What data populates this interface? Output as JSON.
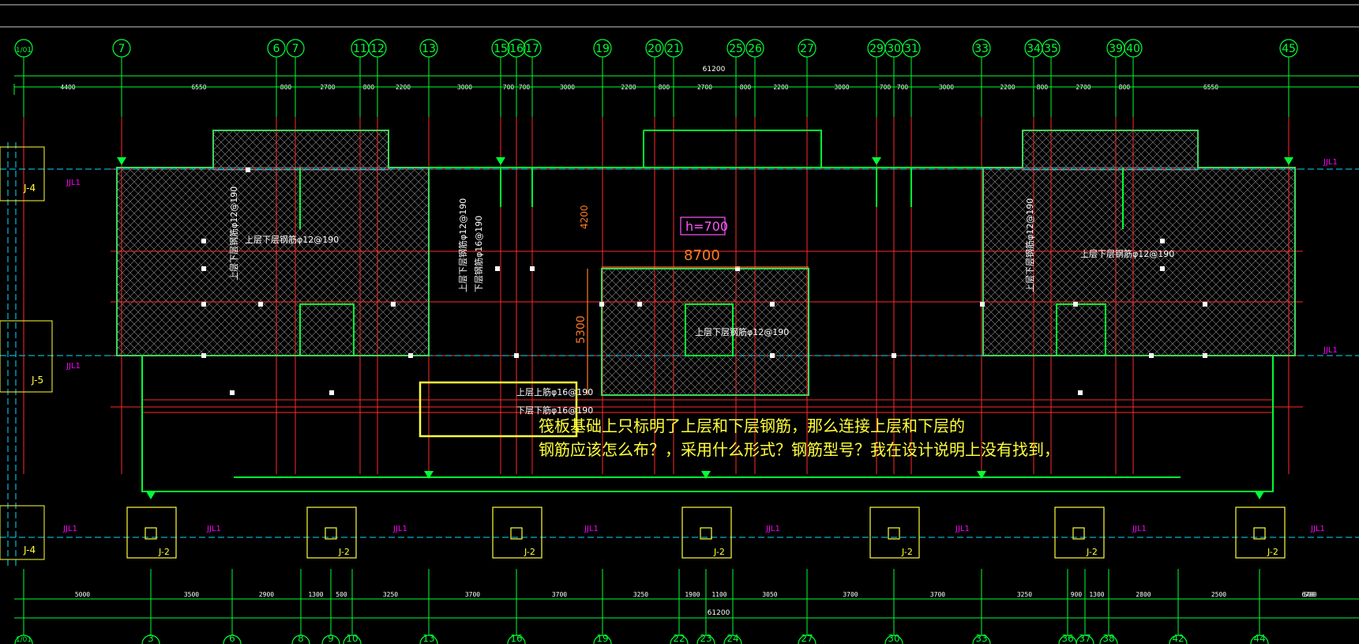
{
  "colors": {
    "background": "#000000",
    "axis": "#00ff33",
    "grid": "#ff2a2a",
    "wall": "#00ff33",
    "annotation": "#ffff3a",
    "beam": "#ff00ff",
    "hatch": "#b0b0b0",
    "cyan": "#00e0ff"
  },
  "top_axes": [
    "1/01",
    "7",
    "6",
    "7",
    "11",
    "12",
    "13",
    "15",
    "16",
    "17",
    "19",
    "20",
    "21",
    "25",
    "26",
    "27",
    "29",
    "30",
    "31",
    "33",
    "34",
    "35",
    "39",
    "40",
    "45"
  ],
  "bottom_axes": [
    "1/01",
    "3",
    "6",
    "8",
    "9",
    "10",
    "13",
    "16",
    "19",
    "22",
    "23",
    "24",
    "27",
    "30",
    "33",
    "36",
    "37",
    "38",
    "42",
    "44"
  ],
  "top_overall": "61200",
  "top_dims": [
    "4400",
    "6550",
    "800",
    "2700",
    "800",
    "2200",
    "3000",
    "700",
    "700",
    "3000",
    "2200",
    "800",
    "2700",
    "800",
    "2200",
    "3000",
    "700",
    "700",
    "3000",
    "2200",
    "800",
    "2700",
    "800",
    "6550"
  ],
  "bottom_overall": "61200",
  "bottom_dims": [
    "5000",
    "3500",
    "2900",
    "1300",
    "500",
    "3250",
    "3700",
    "3700",
    "3250",
    "1900",
    "1100",
    "3050",
    "3700",
    "3700",
    "3250",
    "900",
    "1300",
    "2800",
    "2500",
    "500",
    "6700"
  ],
  "h_label": "h=700",
  "dim_8700": "8700",
  "dim_5300": "5300",
  "dim_4200": "4200",
  "rebar_labels": {
    "r1": "上层下层钢筋φ12@190",
    "r2": "上层下层钢筋φ12@190",
    "r3": "上层下层钢筋φ12@190",
    "r4": "上层下层钢筋φ12@190",
    "r5": "上层下层钢筋φ12@190",
    "r6": "下层钢筋φ16@190",
    "r7": "上层下层钢筋φ12@190"
  },
  "box_labels": [
    "上层上筋φ16@190",
    "下层下筋φ16@190"
  ],
  "beam_label": "JJL1",
  "pile_label": "J-2",
  "left_piles": [
    "J-4",
    "J-5",
    "J-4"
  ],
  "note_lines": [
    "筏板基础上只标明了上层和下层钢筋，那么连接上层和下层的",
    "钢筋应该怎么布？，采用什么形式？钢筋型号？我在设计说明上没有找到，"
  ]
}
